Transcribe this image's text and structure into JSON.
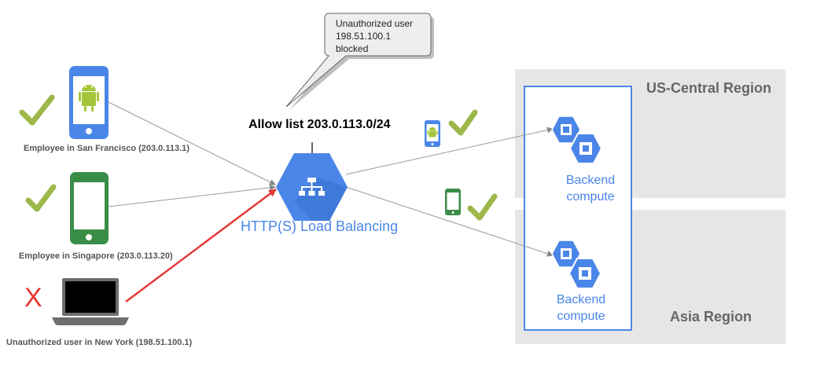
{
  "callout": {
    "lines": [
      "Unauthorized user",
      "198.51.100.1",
      "blocked"
    ]
  },
  "allowlist": {
    "label": "Allow list 203.0.113.0/24"
  },
  "load_balancer": {
    "label": "HTTP(S) Load Balancing"
  },
  "employees": [
    {
      "label": "Employee in San Francisco (203.0.113.1)",
      "status": "allowed"
    },
    {
      "label": "Employee  in Singapore (203.0.113.20)",
      "status": "allowed"
    },
    {
      "label": "Unauthorized user in New York (198.51.100.1)",
      "status": "blocked"
    }
  ],
  "regions": [
    {
      "label": "US-Central Region",
      "backend_lines": [
        "Backend",
        "compute"
      ]
    },
    {
      "label": "Asia Region",
      "backend_lines": [
        "Backend",
        "compute"
      ]
    }
  ],
  "blocked_mark": "X",
  "colors": {
    "gcp_blue": "#4a86e8",
    "android_green": "#a4c639",
    "phone_green": "#3a8d47",
    "check_green": "#9cb84a",
    "blocked_red": "#e53935",
    "region_gray": "#e6e6e6"
  }
}
